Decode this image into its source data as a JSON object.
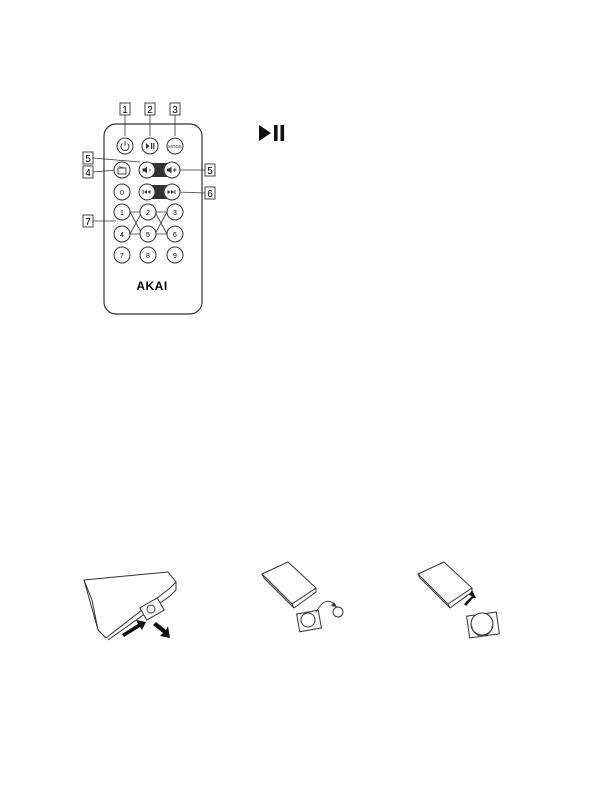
{
  "remote": {
    "brand": "AKAI",
    "callouts": [
      "1",
      "2",
      "3",
      "5",
      "4",
      "5",
      "6",
      "7"
    ],
    "buttons": {
      "mode": "MODE",
      "digits": [
        "0",
        "1",
        "2",
        "3",
        "4",
        "5",
        "6",
        "7",
        "8",
        "9"
      ]
    }
  },
  "icons": {
    "play_pause": "play-pause-icon"
  }
}
